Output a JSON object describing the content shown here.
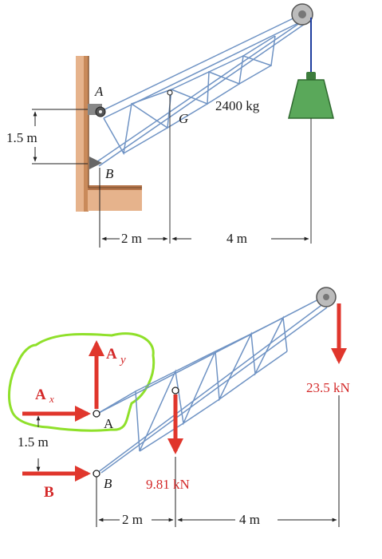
{
  "top": {
    "point_a": "A",
    "point_b": "B",
    "point_g": "G",
    "mass_label": "2400 kg",
    "dim_vertical": "1.5 m",
    "dim_ab_g": "2 m",
    "dim_g_load": "4 m"
  },
  "bottom": {
    "point_a": "A",
    "point_b": "B",
    "force_ax_main": "A",
    "force_ax_sub": "x",
    "force_ay_main": "A",
    "force_ay_sub": "y",
    "force_b": "B",
    "weight_label": "9.81 kN",
    "load_label": "23.5 kN",
    "dim_vertical": "1.5 m",
    "dim_ab_g": "2 m",
    "dim_g_load": "4 m"
  },
  "colors": {
    "truss": "#6f93c4",
    "truss_dark": "#4a6fa8",
    "wall": "#c98a5a",
    "weight": "#5aa85a",
    "force": "#e0362c",
    "highlight": "#8fe02a",
    "cable": "#1f3e9e"
  },
  "icons": {
    "pulley": "pulley-icon",
    "weight": "weight-icon",
    "pin": "pin-support-icon"
  }
}
